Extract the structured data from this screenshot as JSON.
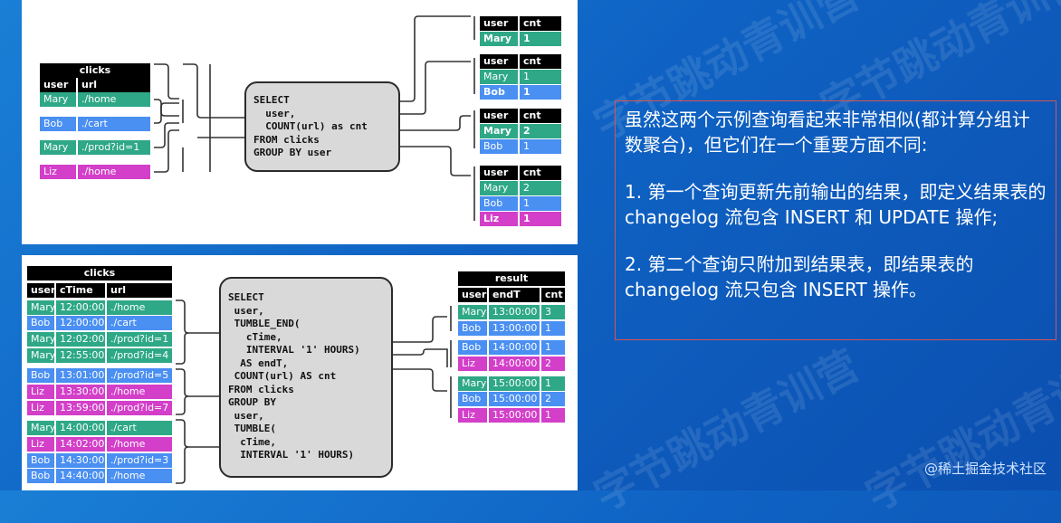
{
  "panel_top": {
    "input": {
      "title": "clicks",
      "headers": [
        "user",
        "url"
      ],
      "rows": [
        {
          "user": "Mary",
          "url": "./home",
          "color": "green"
        },
        {
          "user": "Bob",
          "url": "./cart",
          "color": "blue"
        },
        {
          "user": "Mary",
          "url": "./prod?id=1",
          "color": "green"
        },
        {
          "user": "Liz",
          "url": "./home",
          "color": "pink"
        }
      ]
    },
    "sql_lines": [
      "SELECT",
      "  user,",
      "  COUNT(url) as cnt",
      "FROM clicks",
      "GROUP BY user"
    ],
    "outputs": [
      {
        "headers": [
          "user",
          "cnt"
        ],
        "rows": [
          {
            "user": "Mary",
            "cnt": "1",
            "color": "green",
            "bold": true
          }
        ]
      },
      {
        "headers": [
          "user",
          "cnt"
        ],
        "rows": [
          {
            "user": "Mary",
            "cnt": "1",
            "color": "green",
            "bold": false
          },
          {
            "user": "Bob",
            "cnt": "1",
            "color": "blue",
            "bold": true
          }
        ]
      },
      {
        "headers": [
          "user",
          "cnt"
        ],
        "rows": [
          {
            "user": "Mary",
            "cnt": "2",
            "color": "green",
            "bold": true
          },
          {
            "user": "Bob",
            "cnt": "1",
            "color": "blue",
            "bold": false
          }
        ]
      },
      {
        "headers": [
          "user",
          "cnt"
        ],
        "rows": [
          {
            "user": "Mary",
            "cnt": "2",
            "color": "green",
            "bold": false
          },
          {
            "user": "Bob",
            "cnt": "1",
            "color": "blue",
            "bold": false
          },
          {
            "user": "Liz",
            "cnt": "1",
            "color": "pink",
            "bold": true
          }
        ]
      }
    ]
  },
  "panel_bottom": {
    "input": {
      "title": "clicks",
      "headers": [
        "user",
        "cTime",
        "url"
      ],
      "rows": [
        {
          "user": "Mary",
          "cTime": "12:00:00",
          "url": "./home",
          "color": "green"
        },
        {
          "user": "Bob",
          "cTime": "12:00:00",
          "url": "./cart",
          "color": "blue"
        },
        {
          "user": "Mary",
          "cTime": "12:02:00",
          "url": "./prod?id=1",
          "color": "green"
        },
        {
          "user": "Mary",
          "cTime": "12:55:00",
          "url": "./prod?id=4",
          "color": "green"
        },
        {
          "user": "Bob",
          "cTime": "13:01:00",
          "url": "./prod?id=5",
          "color": "blue"
        },
        {
          "user": "Liz",
          "cTime": "13:30:00",
          "url": "./home",
          "color": "pink"
        },
        {
          "user": "Liz",
          "cTime": "13:59:00",
          "url": "./prod?id=7",
          "color": "pink"
        },
        {
          "user": "Mary",
          "cTime": "14:00:00",
          "url": "./cart",
          "color": "green"
        },
        {
          "user": "Liz",
          "cTime": "14:02:00",
          "url": "./home",
          "color": "pink"
        },
        {
          "user": "Bob",
          "cTime": "14:30:00",
          "url": "./prod?id=3",
          "color": "blue"
        },
        {
          "user": "Bob",
          "cTime": "14:40:00",
          "url": "./home",
          "color": "blue"
        }
      ]
    },
    "sql_lines": [
      "SELECT",
      " user,",
      " TUMBLE_END(",
      "   cTime,",
      "   INTERVAL '1' HOURS)",
      "  AS endT,",
      " COUNT(url) AS cnt",
      "FROM clicks",
      "GROUP BY",
      " user,",
      " TUMBLE(",
      "  cTime,",
      "  INTERVAL '1' HOURS)"
    ],
    "output": {
      "title": "result",
      "headers": [
        "user",
        "endT",
        "cnt"
      ],
      "rows": [
        {
          "user": "Mary",
          "endT": "13:00:00",
          "cnt": "3",
          "color": "green"
        },
        {
          "user": "Bob",
          "endT": "13:00:00",
          "cnt": "1",
          "color": "blue"
        },
        {
          "user": "Bob",
          "endT": "14:00:00",
          "cnt": "1",
          "color": "blue"
        },
        {
          "user": "Liz",
          "endT": "14:00:00",
          "cnt": "2",
          "color": "pink"
        },
        {
          "user": "Mary",
          "endT": "15:00:00",
          "cnt": "1",
          "color": "green"
        },
        {
          "user": "Bob",
          "endT": "15:00:00",
          "cnt": "2",
          "color": "blue"
        },
        {
          "user": "Liz",
          "endT": "15:00:00",
          "cnt": "1",
          "color": "pink"
        }
      ]
    }
  },
  "description": {
    "p1": "虽然这两个示例查询看起来非常相似(都计算分组计数聚合)，但它们在一个重要方面不同:",
    "p2": "1. 第一个查询更新先前输出的结果，即定义结果表的 changelog 流包含 INSERT 和 UPDATE 操作;",
    "p3": "2. 第二个查询只附加到结果表，即结果表的 changelog 流只包含 INSERT 操作。"
  },
  "credit": "@稀土掘金技术社区",
  "watermark": "字节跳动青训营",
  "colors": {
    "green": "#2ea886",
    "blue": "#4a8ff2",
    "pink": "#d33fc9",
    "header": "#000000"
  }
}
